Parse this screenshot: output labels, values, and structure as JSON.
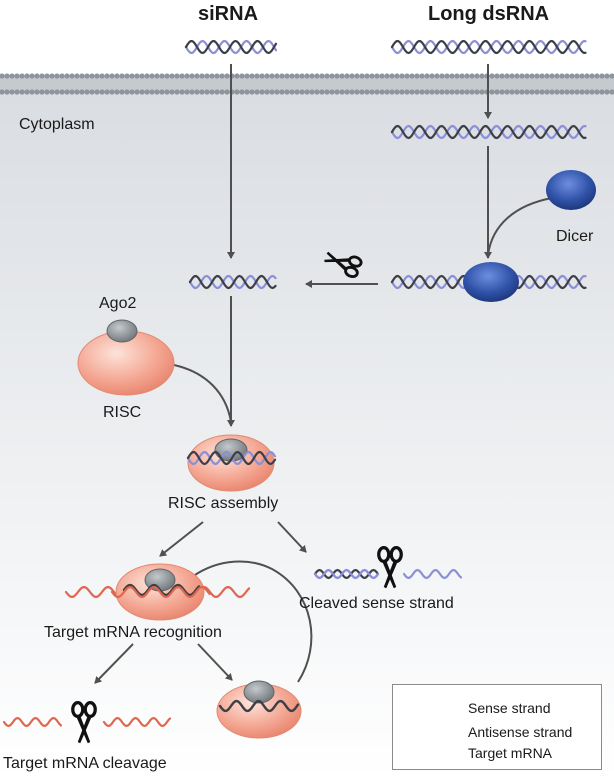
{
  "headers": {
    "sirna": "siRNA",
    "long_dsrna": "Long dsRNA"
  },
  "labels": {
    "cytoplasm": "Cytoplasm",
    "dicer": "Dicer",
    "ago2": "Ago2",
    "risc": "RISC",
    "risc_assembly": "RISC assembly",
    "cleaved_sense_strand": "Cleaved sense strand",
    "target_recognition": "Target mRNA recognition",
    "target_cleavage": "Target mRNA cleavage"
  },
  "legend": {
    "items": [
      {
        "label": "Sense strand",
        "color": "#8a8fd6"
      },
      {
        "label": "Antisense strand",
        "color": "#3c3f48"
      },
      {
        "label": "Target mRNA",
        "color": "#e0664e"
      }
    ]
  },
  "colors": {
    "sense": "#8a8fd6",
    "antisense": "#3c3f48",
    "target": "#e0664e",
    "risc": "#f4a894",
    "ago2": "#8c9296",
    "dicer": "#2c4c9c",
    "membrane": "#8e959c",
    "arrow": "#505050"
  }
}
